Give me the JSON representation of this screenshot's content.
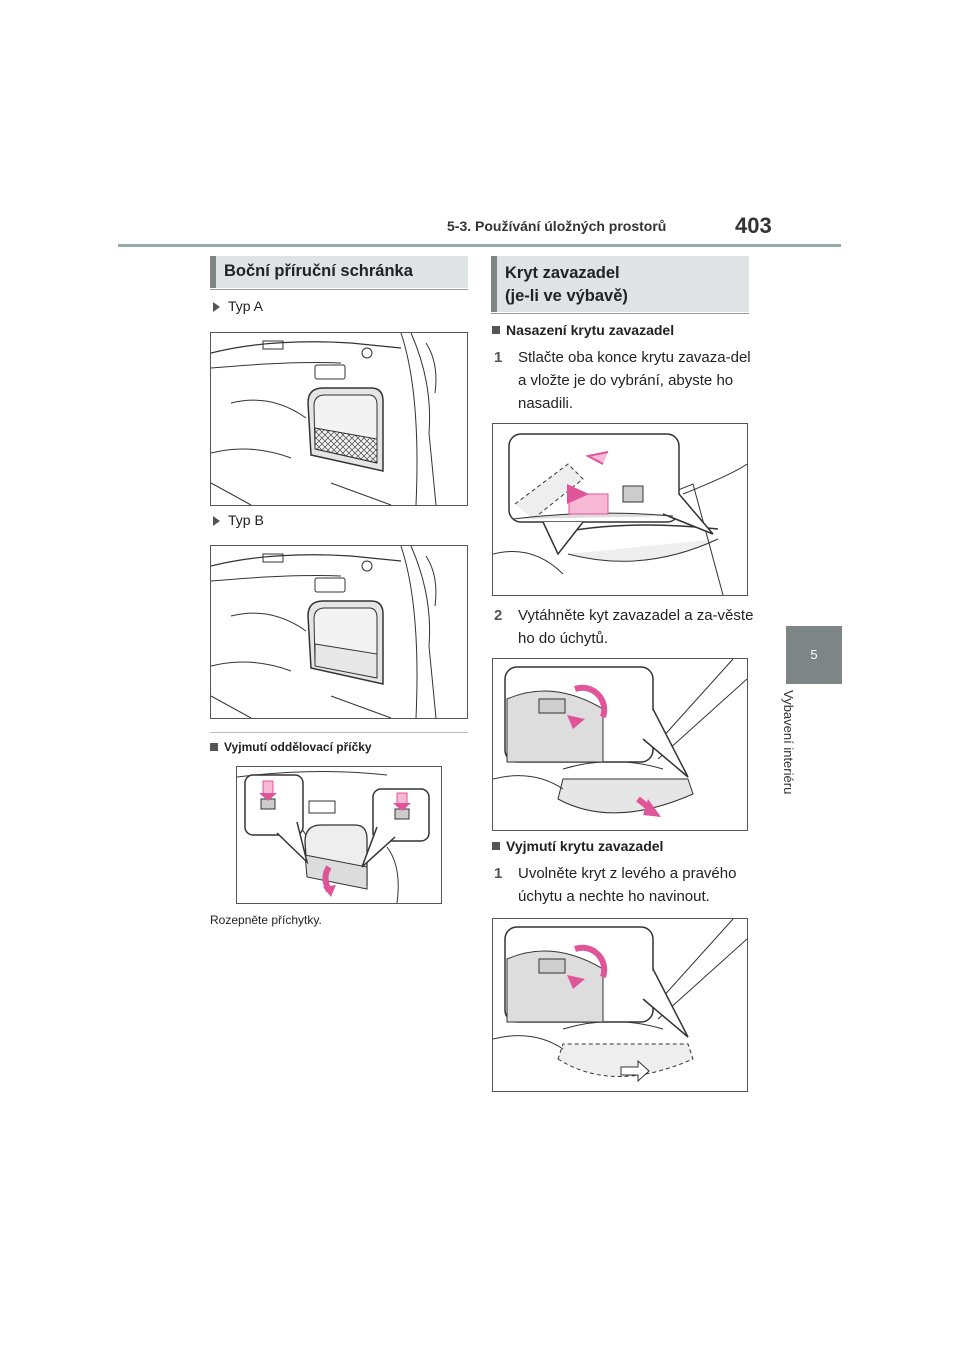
{
  "header": {
    "section_title": "5-3. Používání úložných prostorů",
    "page_number": "403"
  },
  "side_tab": {
    "chapter_number": "5",
    "chapter_title": "Vybavení interiéru"
  },
  "left": {
    "heading": "Boční příruční schránka",
    "type_a": "Typ A",
    "type_b": "Typ B",
    "subheading": "Vyjmutí oddělovací příčky",
    "caption": "Rozepněte příchytky."
  },
  "right": {
    "heading_line1": "Kryt zavazadel",
    "heading_line2": "(je-li ve výbavě)",
    "sub1": "Nasazení krytu zavazadel",
    "steps_install": [
      {
        "num": "1",
        "text": "Stlačte oba konce krytu zavaza-del a vložte je do vybrání, abyste ho nasadili."
      },
      {
        "num": "2",
        "text": "Vytáhněte kyt zavazadel a za-věste ho do úchytů."
      }
    ],
    "sub2": "Vyjmutí krytu zavazadel",
    "steps_remove": [
      {
        "num": "1",
        "text": "Uvolněte kryt z levého a pravého úchytu a nechte ho navinout."
      }
    ]
  },
  "colors": {
    "accent_pink": "#e0559a",
    "pink_fill": "#f7b8d6",
    "panel_gray": "#dfe3e4",
    "tab_gray": "#7d8587"
  }
}
